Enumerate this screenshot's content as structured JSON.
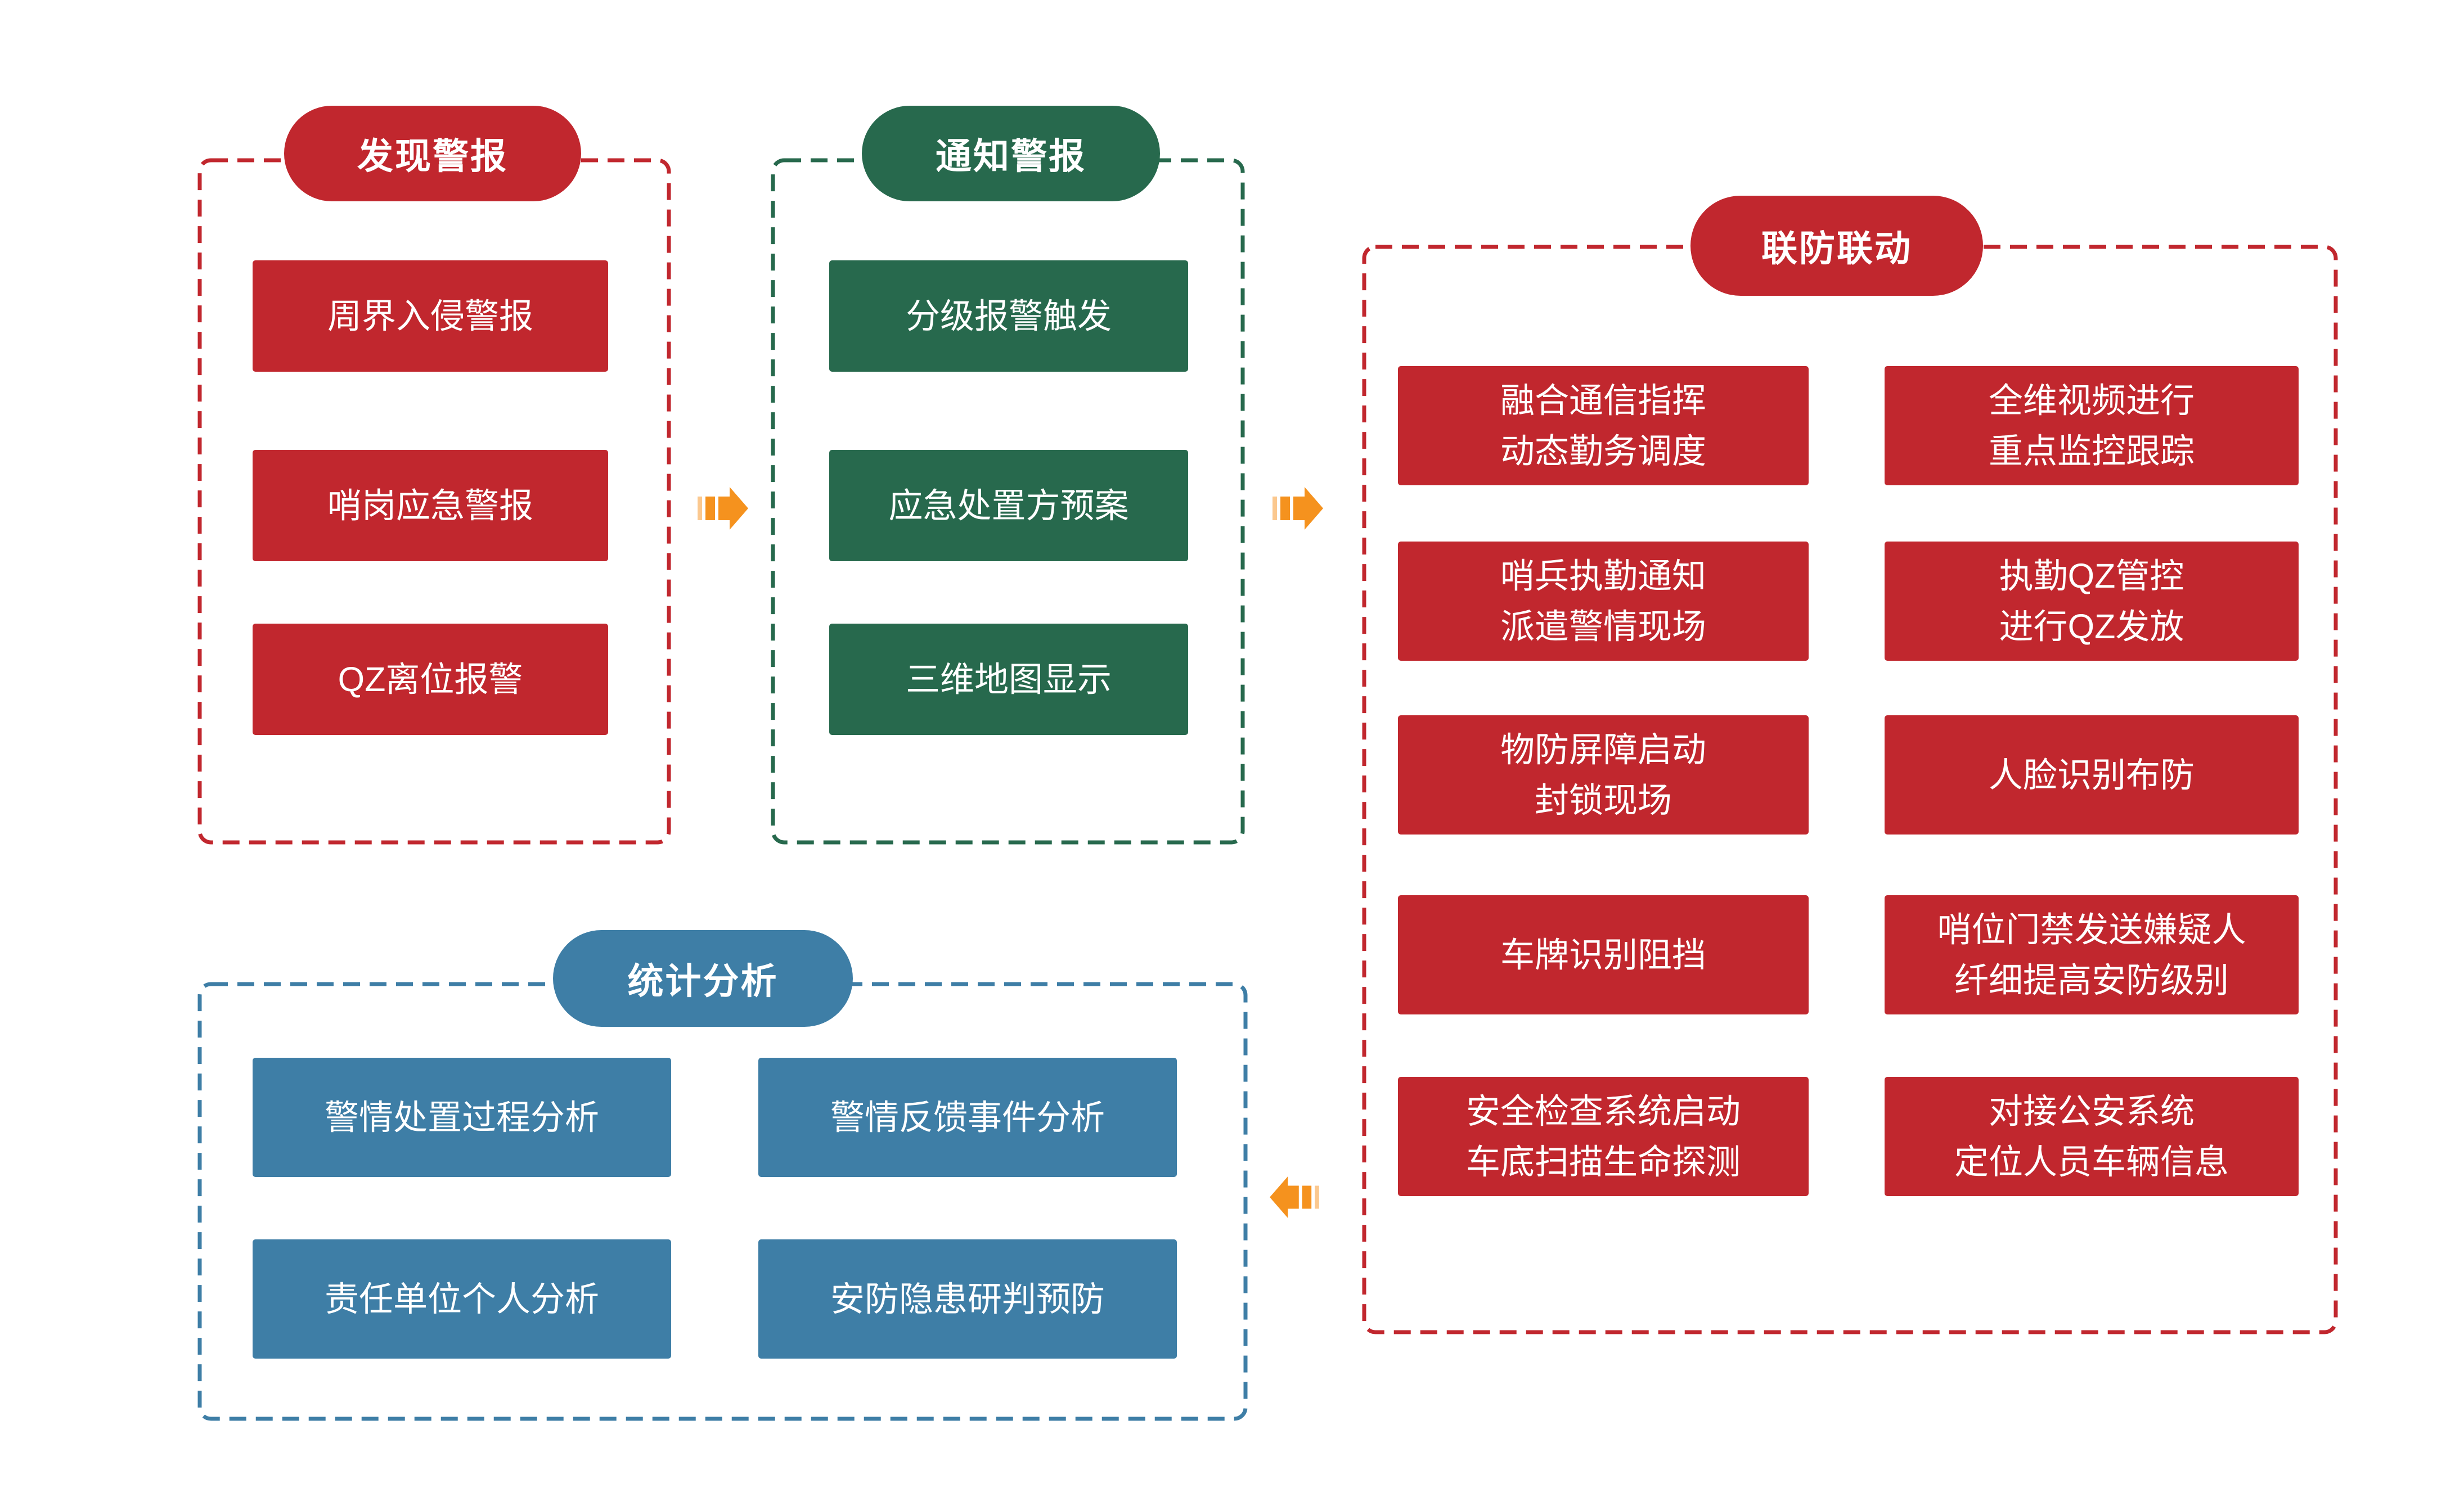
{
  "palette": {
    "red": "#C1272E",
    "green": "#27694D",
    "blue": "#3E7EA6",
    "orange": "#F5921E",
    "orange_light": "#FBC88F",
    "background": "#FFFFFF",
    "node_text": "#FFFFFF"
  },
  "sections": {
    "discover": {
      "title": "发现警报",
      "color": "#C1272E",
      "items": [
        "周界入侵警报",
        "哨岗应急警报",
        "QZ离位报警"
      ]
    },
    "notify": {
      "title": "通知警报",
      "color": "#27694D",
      "items": [
        "分级报警触发",
        "应急处置方预案",
        "三维地图显示"
      ]
    },
    "joint": {
      "title": "联防联动",
      "color": "#C1272E",
      "col1": [
        "融合通信指挥\n动态勤务调度",
        "哨兵执勤通知\n派遣警情现场",
        "物防屏障启动\n封锁现场",
        "车牌识别阻挡",
        "安全检查系统启动\n车底扫描生命探测"
      ],
      "col2": [
        "全维视频进行\n重点监控跟踪",
        "执勤QZ管控\n进行QZ发放",
        "人脸识别布防",
        "哨位门禁发送嫌疑人\n纤细提高安防级别",
        "对接公安系统\n定位人员车辆信息"
      ]
    },
    "stats": {
      "title": "统计分析",
      "color": "#3E7EA6",
      "items": [
        "警情处置过程分析",
        "警情反馈事件分析",
        "责任单位个人分析",
        "安防隐患研判预防"
      ]
    }
  },
  "arrows": [
    {
      "direction": "right",
      "from": "发现警报",
      "to": "通知警报"
    },
    {
      "direction": "right",
      "from": "通知警报",
      "to": "联防联动"
    },
    {
      "direction": "left",
      "from": "联防联动",
      "to": "统计分析"
    }
  ]
}
